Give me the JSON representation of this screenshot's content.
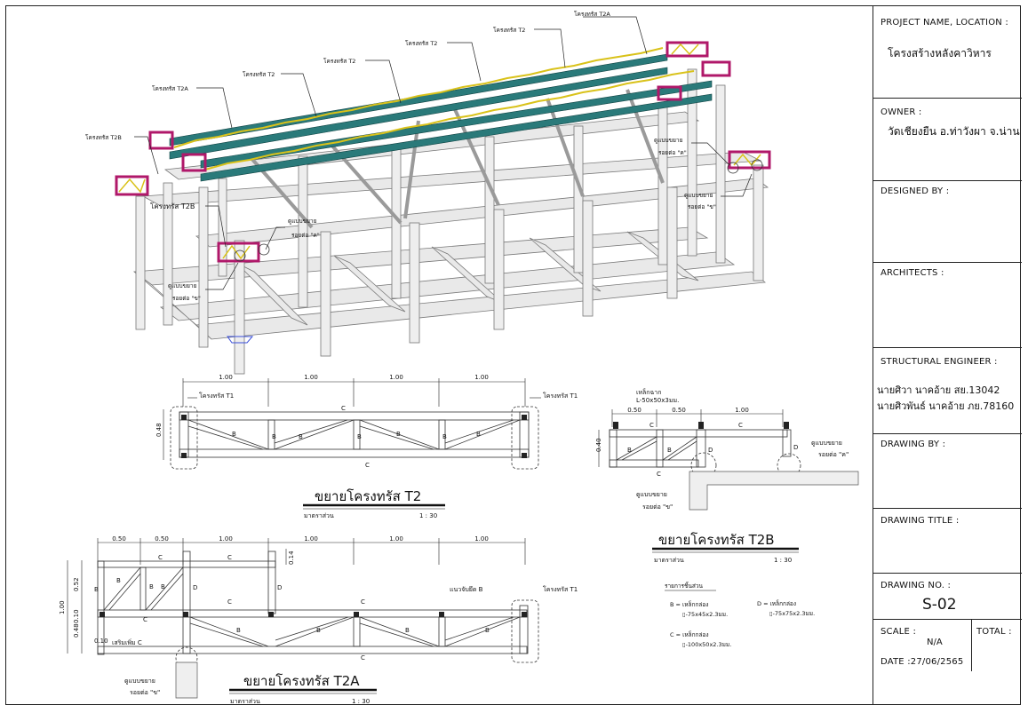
{
  "title_block": {
    "project_label": "PROJECT NAME, LOCATION :",
    "project_value": "โครงสร้างหลังคาวิหาร",
    "owner_label": "OWNER :",
    "owner_value": "วัดเชียงยืน อ.ท่าวังผา จ.น่าน",
    "designed_label": "DESIGNED BY :",
    "architects_label": "ARCHITECTS :",
    "structural_label": "STRUCTURAL ENGINEER :",
    "structural_line1": "นายศิวา นาคอ้าย สย.13042",
    "structural_line2": "นายศิวพันธ์ นาคอ้าย ภย.78160",
    "drawing_by_label": "DRAWING BY :",
    "drawing_title_label": "DRAWING TITLE :",
    "drawing_no_label": "DRAWING NO. :",
    "drawing_no_value": "S-02",
    "scale_label": "SCALE :",
    "scale_value": "N/A",
    "total_label": "TOTAL :",
    "date_label": "DATE :27/06/2565"
  },
  "iso_labels": {
    "t2a_top": "โครงทรัส T2A",
    "t2_1": "โครงทรัส T2",
    "t2_2": "โครงทรัส T2",
    "t2_3": "โครงทรัส T2",
    "t2a_left": "โครงทรัส T2A",
    "t2_4": "โครงทรัส T2",
    "t2b_left": "โครงทรัส T2B",
    "t2b_mid": "โครงทรัส T2B",
    "joint_a1": "ดูแบบขยาย",
    "joint_a1b": "รอยต่อ \"ค\"",
    "joint_a2": "ดูแบบขยาย",
    "joint_a2b": "รอยต่อ \"ค\"",
    "joint_b1": "ดูแบบขยาย",
    "joint_b1b": "รอยต่อ \"ข\"",
    "joint_b2": "ดูแบบขยาย",
    "joint_b2b": "รอยต่อ \"ข\""
  },
  "t2": {
    "title": "ขยายโครงทรัส T2",
    "scale_label": "มาตราส่วน",
    "scale": "1 : 30",
    "dims": [
      "1.00",
      "1.00",
      "1.00",
      "1.00"
    ],
    "height": "0.48",
    "t1_left": "โครงทรัส T1",
    "t1_right": "โครงทรัส T1",
    "c_top": "C",
    "c_bot": "C",
    "b": "B"
  },
  "t2b": {
    "title": "ขยายโครงทรัส T2B",
    "scale_label": "มาตราส่วน",
    "scale": "1 : 30",
    "angle_label": "เหล็กฉาก",
    "angle_size": "L-50x50x3มม.",
    "dims": [
      "0.50",
      "0.50",
      "1.00"
    ],
    "height": "0.40",
    "joint_a": "ดูแบบขยาย",
    "joint_a2": "รอยต่อ \"ค\"",
    "joint_b": "ดูแบบขยาย",
    "joint_b2": "รอยต่อ \"ข\""
  },
  "t2a": {
    "title": "ขยายโครงทรัส T2A",
    "scale_label": "มาตราส่วน",
    "scale": "1 : 30",
    "dims": [
      "0.50",
      "0.50",
      "1.00",
      "1.00",
      "1.00",
      "1.00"
    ],
    "h1": "0.52",
    "h2": "0.10",
    "h3": "0.48",
    "h_total": "1.00",
    "h_top": "0.14",
    "h_bot": "0.10",
    "stiff_label": "เสริมเพิ่ม C",
    "brace_label": "แนวจับยึด B",
    "t1_right": "โครงทรัส T1",
    "joint_b": "ดูแบบขยาย",
    "joint_b2": "รอยต่อ \"ข\""
  },
  "legend": {
    "title": "รายการชิ้นส่วน",
    "b_label": "B = เหล็กกล่อง",
    "b_size": "▯-75x45x2.3มม.",
    "c_label": "C = เหล็กกล่อง",
    "c_size": "▯-100x50x2.3มม.",
    "d_label": "D = เหล็กกล่อง",
    "d_size": "▯-75x75x2.3มม."
  }
}
